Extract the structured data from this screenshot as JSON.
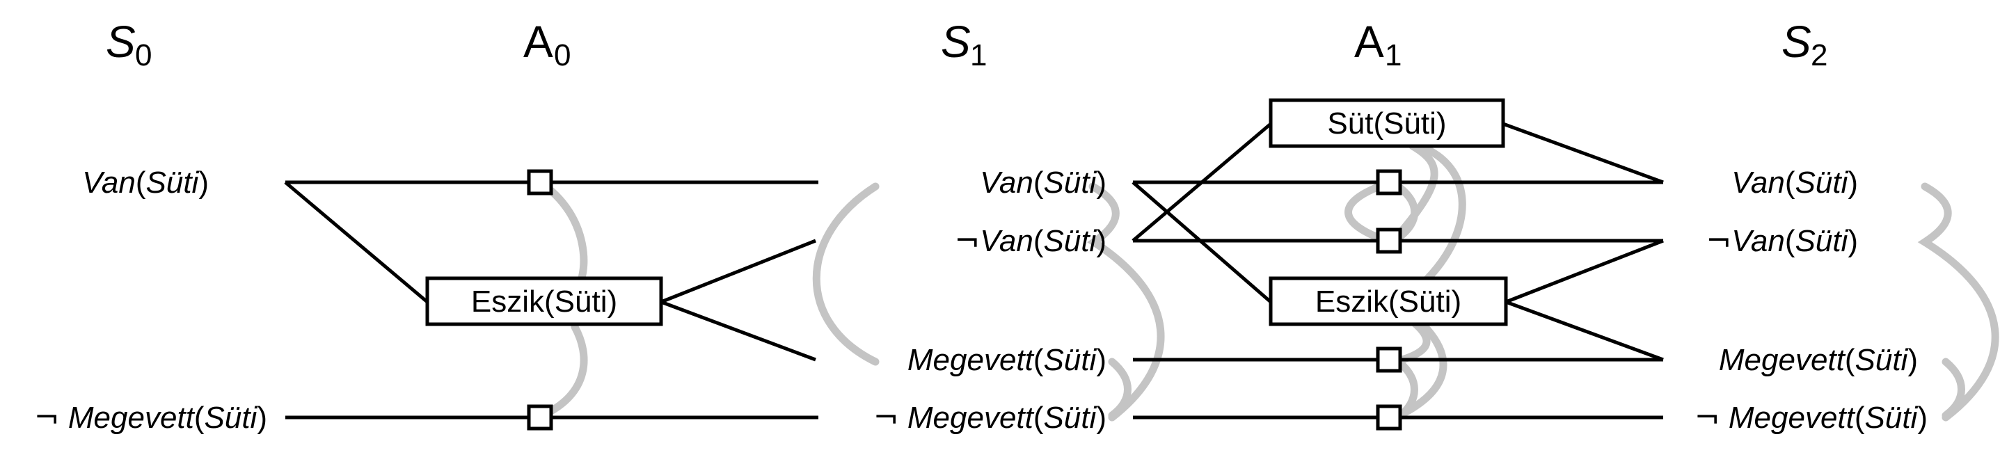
{
  "levels": [
    {
      "letter": "S",
      "sub": "0",
      "italic": true
    },
    {
      "letter": "A",
      "sub": "0",
      "italic": false
    },
    {
      "letter": "S",
      "sub": "1",
      "italic": true
    },
    {
      "letter": "A",
      "sub": "1",
      "italic": false
    },
    {
      "letter": "S",
      "sub": "2",
      "italic": true
    }
  ],
  "literal_parts": {
    "van": "Van",
    "megevett": "Megevett",
    "suti": "Süti",
    "open": "(",
    "close": ")",
    "neg": "¬"
  },
  "actions": {
    "eszik": "Eszik(Süti)",
    "sut": "Süt(Süti)"
  }
}
